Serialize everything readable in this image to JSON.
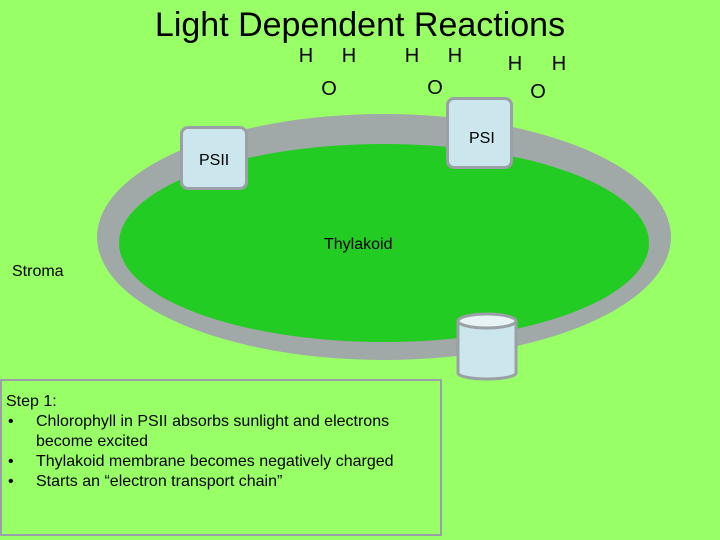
{
  "title": "Light Dependent Reactions",
  "water_molecules": [
    {
      "h1": "H",
      "h2": "H",
      "o": "O"
    },
    {
      "h1": "H",
      "h2": "H",
      "o": "O"
    },
    {
      "h1": "H",
      "h2": "H",
      "o": "O"
    }
  ],
  "photosystems": {
    "psii": "PSII",
    "psi": "PSI"
  },
  "labels": {
    "thylakoid": "Thylakoid",
    "stroma": "Stroma"
  },
  "step": {
    "heading": "Step 1:",
    "bullets": [
      "Chlorophyll in PSII absorbs sunlight and electrons become excited",
      "Thylakoid membrane becomes negatively charged",
      "Starts an “electron transport chain”"
    ]
  },
  "colors": {
    "background": "#99ff66",
    "thylakoid_lumen": "#22cc22",
    "membrane": "#a0a8a8",
    "photosystem_fill": "#cce6ee",
    "outline": "#9aa0a6"
  }
}
